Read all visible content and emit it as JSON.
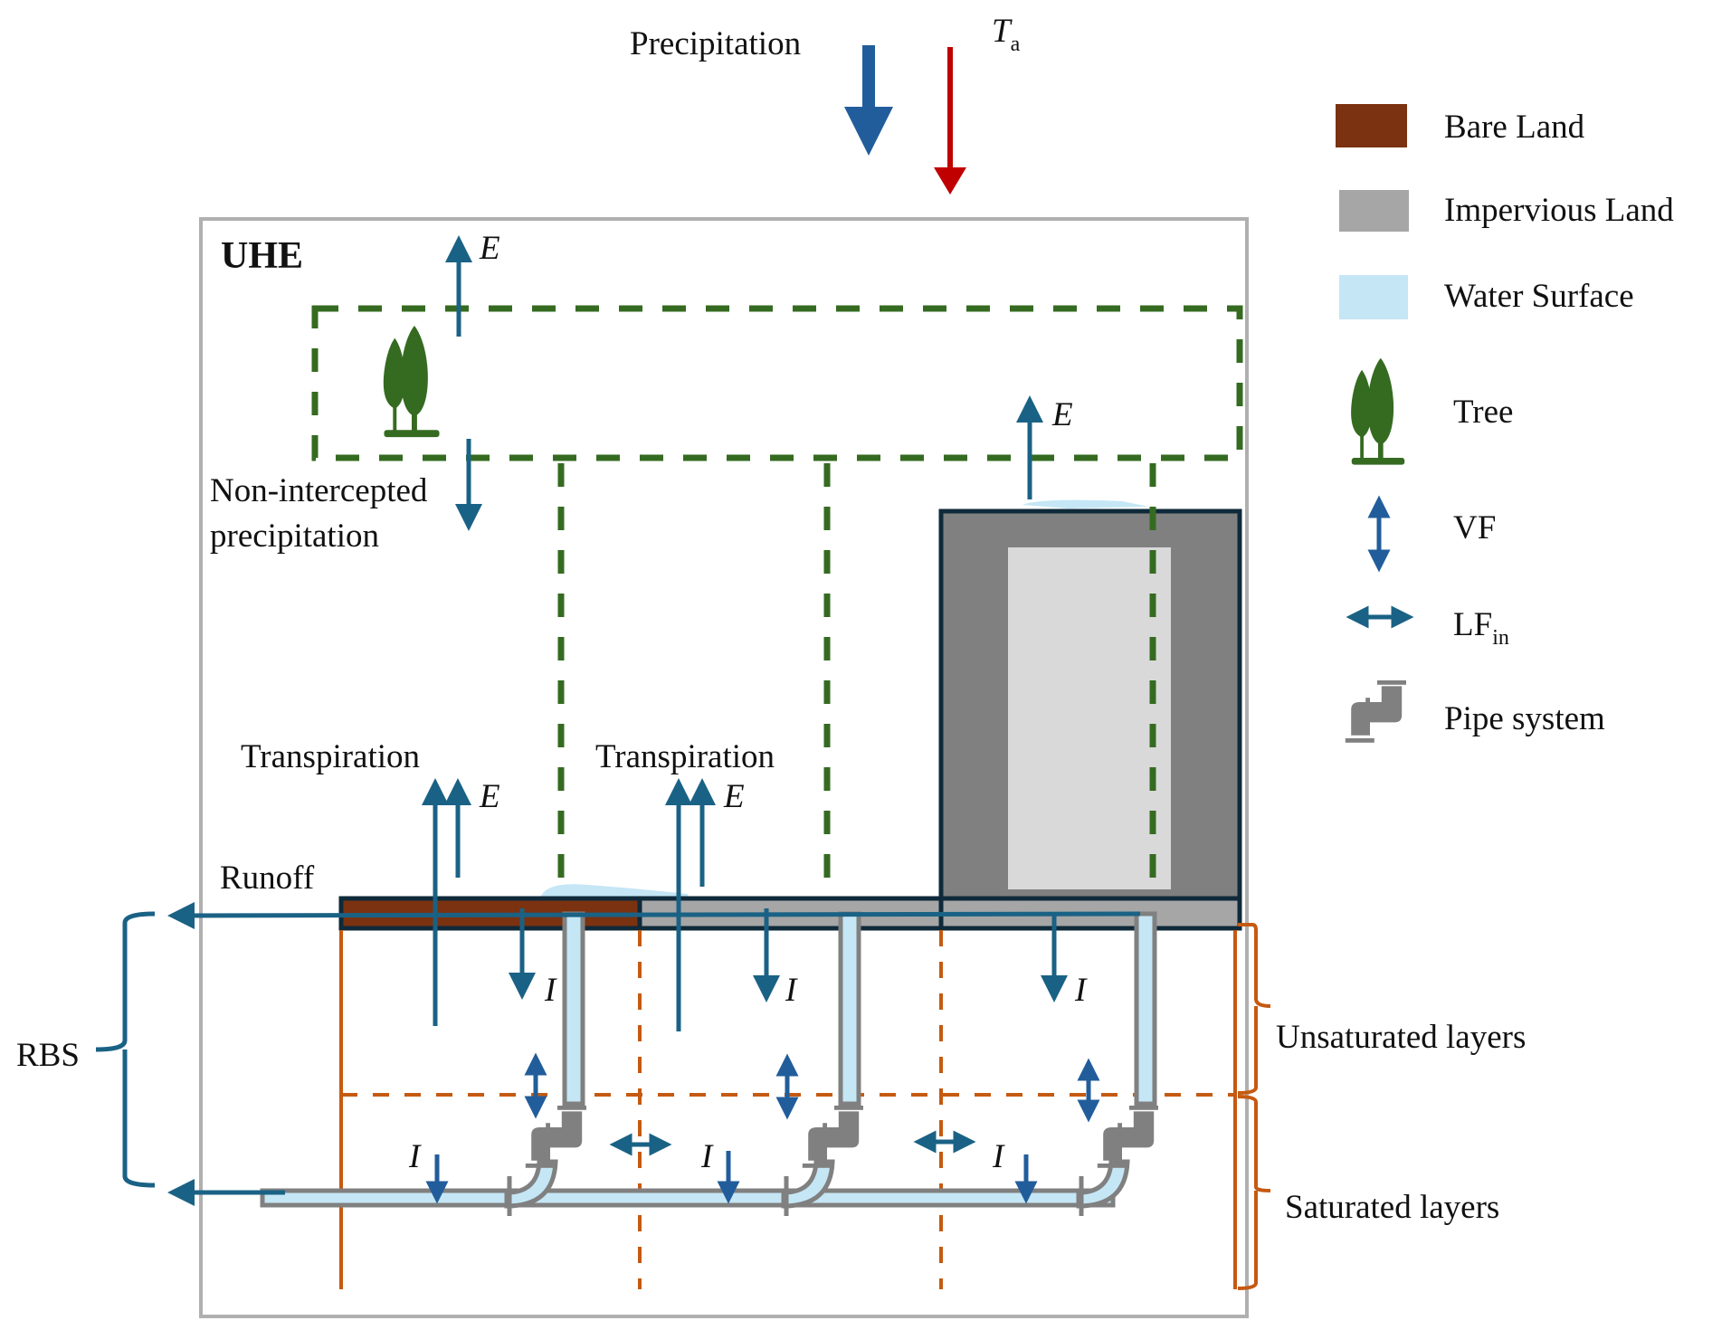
{
  "header": {
    "precipitation_label": "Precipitation",
    "air_temperature_symbol": "T",
    "air_temperature_subscript": "a"
  },
  "unit": {
    "title": "UHE"
  },
  "labels": {
    "evaporation_symbol": "E",
    "infiltration_symbol": "I",
    "non_intercepted_line1": "Non-intercepted",
    "non_intercepted_line2": "precipitation",
    "transpiration": "Transpiration",
    "runoff": "Runoff",
    "rbs": "RBS",
    "unsaturated_layers": "Unsaturated layers",
    "saturated_layers": "Saturated layers"
  },
  "legend": {
    "items": [
      {
        "key": "bare-land",
        "label": "Bare Land"
      },
      {
        "key": "impervious-land",
        "label": "Impervious Land"
      },
      {
        "key": "water-surface",
        "label": "Water Surface"
      },
      {
        "key": "tree",
        "label": "Tree"
      },
      {
        "key": "vf",
        "label": "VF"
      },
      {
        "key": "lf",
        "label": "LF",
        "subscript": "in"
      },
      {
        "key": "pipe",
        "label": "Pipe system"
      }
    ]
  },
  "colors": {
    "bare_land": "#7b3210",
    "impervious_land": "#a6a6a6",
    "building_dark": "#808080",
    "building_light": "#d9d9d9",
    "water_surface": "#c5e6f5",
    "tree_green": "#356b21",
    "flux_blue": "#1a6285",
    "vf_blue": "#225d9b",
    "precip_blue": "#225d9b",
    "temperature_red": "#c00000",
    "soil_orange": "#c55a11",
    "pipe_gray": "#808080",
    "outline_dark": "#0f2a3a",
    "uhe_border": "#b0b0b0"
  }
}
